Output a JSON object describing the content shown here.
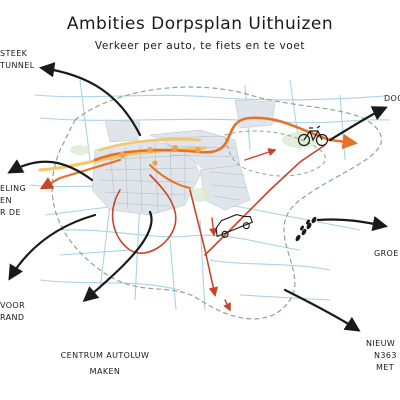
{
  "title": "Ambities Dorpsplan Uithuizen",
  "subtitle": "Verkeer per auto, te fiets en te voet",
  "annotations": {
    "top_left": [
      "steek",
      "tunnel"
    ],
    "left_mid": [
      "eling",
      "en",
      "r de"
    ],
    "bottom_left": [
      "voor",
      "rand"
    ],
    "bottom_center": [
      "centrum autoluw",
      "maken"
    ],
    "top_right": [
      "doo"
    ],
    "right_mid": [
      "Groe"
    ],
    "bottom_right": [
      "Nieuw",
      "N363",
      "met"
    ]
  },
  "icons": [
    "bicycle-icon",
    "car-icon",
    "footsteps-icon"
  ],
  "colors": {
    "route_orange": "#e8712a",
    "route_yellow": "#f2c15a",
    "route_red": "#c8452a",
    "arrow_black": "#1a1a1a",
    "water_blue": "#a9d3e6",
    "dashed_green": "#8aa88f"
  }
}
